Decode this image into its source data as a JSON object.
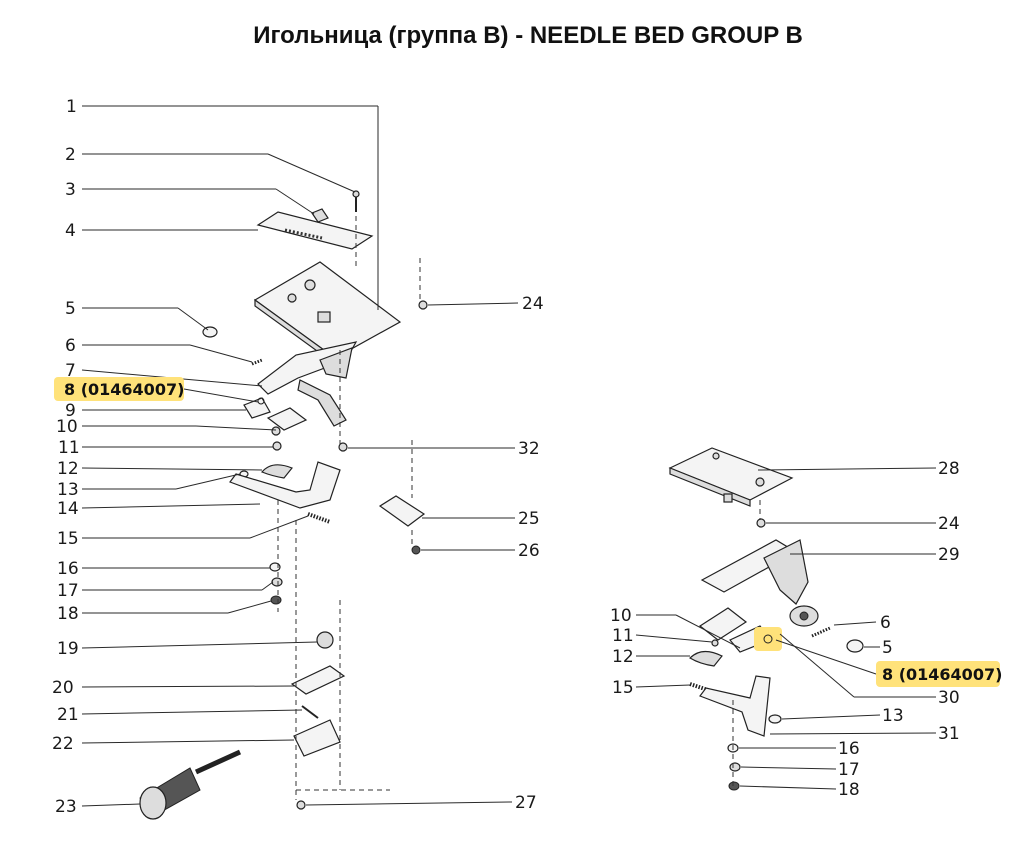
{
  "title": "Игольница (группа B) - NEEDLE BED GROUP B",
  "highlight_color": "#ffe27a",
  "left_group": {
    "labels": [
      "1",
      "2",
      "3",
      "4",
      "5",
      "6",
      "7",
      "8 (01464007)",
      "9",
      "10",
      "11",
      "12",
      "13",
      "14",
      "15",
      "16",
      "17",
      "18",
      "19",
      "20",
      "21",
      "22",
      "23"
    ],
    "right_labels": [
      "24",
      "32",
      "25",
      "26",
      "27"
    ]
  },
  "right_group": {
    "right_labels": [
      "28",
      "24",
      "29",
      "6",
      "5",
      "8 (01464007)",
      "30",
      "13",
      "31",
      "16",
      "17",
      "18"
    ],
    "left_labels": [
      "10",
      "11",
      "12",
      "15"
    ]
  }
}
